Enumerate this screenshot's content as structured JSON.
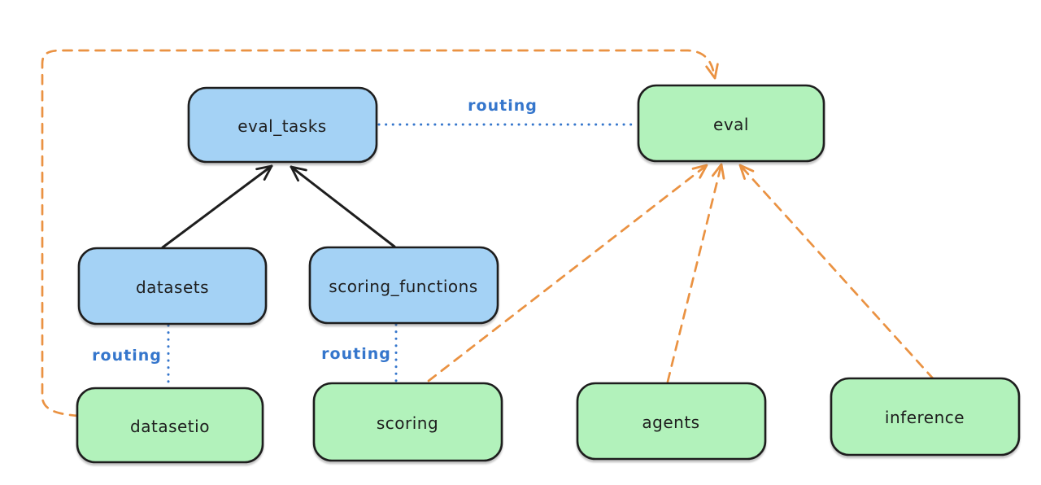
{
  "diagram": {
    "kind": "architecture-diagram",
    "colors": {
      "background": "#ffffff",
      "blue_fill": "#a4d2f5",
      "green_fill": "#b2f2bb",
      "node_border": "#1e1e1e",
      "node_text": "#1e1e1e",
      "routing_blue": "#3576cc",
      "orange": "#ea9242",
      "black": "#1e1e1e"
    },
    "nodes": [
      {
        "id": "eval_tasks",
        "label": "eval_tasks",
        "color": "blue"
      },
      {
        "id": "eval",
        "label": "eval",
        "color": "green"
      },
      {
        "id": "datasets",
        "label": "datasets",
        "color": "blue"
      },
      {
        "id": "scoring_functions",
        "label": "scoring_functions",
        "color": "blue"
      },
      {
        "id": "datasetio",
        "label": "datasetio",
        "color": "green"
      },
      {
        "id": "scoring",
        "label": "scoring",
        "color": "green"
      },
      {
        "id": "agents",
        "label": "agents",
        "color": "green"
      },
      {
        "id": "inference",
        "label": "inference",
        "color": "green"
      }
    ],
    "edges": [
      {
        "from": "datasets",
        "to": "eval_tasks",
        "style": "solid",
        "color": "black",
        "arrow": true
      },
      {
        "from": "scoring_functions",
        "to": "eval_tasks",
        "style": "solid",
        "color": "black",
        "arrow": true
      },
      {
        "from": "eval_tasks",
        "to": "eval",
        "style": "dotted",
        "color": "blue",
        "arrow": false,
        "label": "routing"
      },
      {
        "from": "datasets",
        "to": "datasetio",
        "style": "dotted",
        "color": "blue",
        "arrow": false,
        "label": "routing"
      },
      {
        "from": "scoring_functions",
        "to": "scoring",
        "style": "dotted",
        "color": "blue",
        "arrow": false,
        "label": "routing"
      },
      {
        "from": "datasetio",
        "to": "eval",
        "style": "dashed",
        "color": "orange",
        "arrow": true
      },
      {
        "from": "scoring",
        "to": "eval",
        "style": "dashed",
        "color": "orange",
        "arrow": true
      },
      {
        "from": "agents",
        "to": "eval",
        "style": "dashed",
        "color": "orange",
        "arrow": true
      },
      {
        "from": "inference",
        "to": "eval",
        "style": "dashed",
        "color": "orange",
        "arrow": true
      }
    ]
  }
}
